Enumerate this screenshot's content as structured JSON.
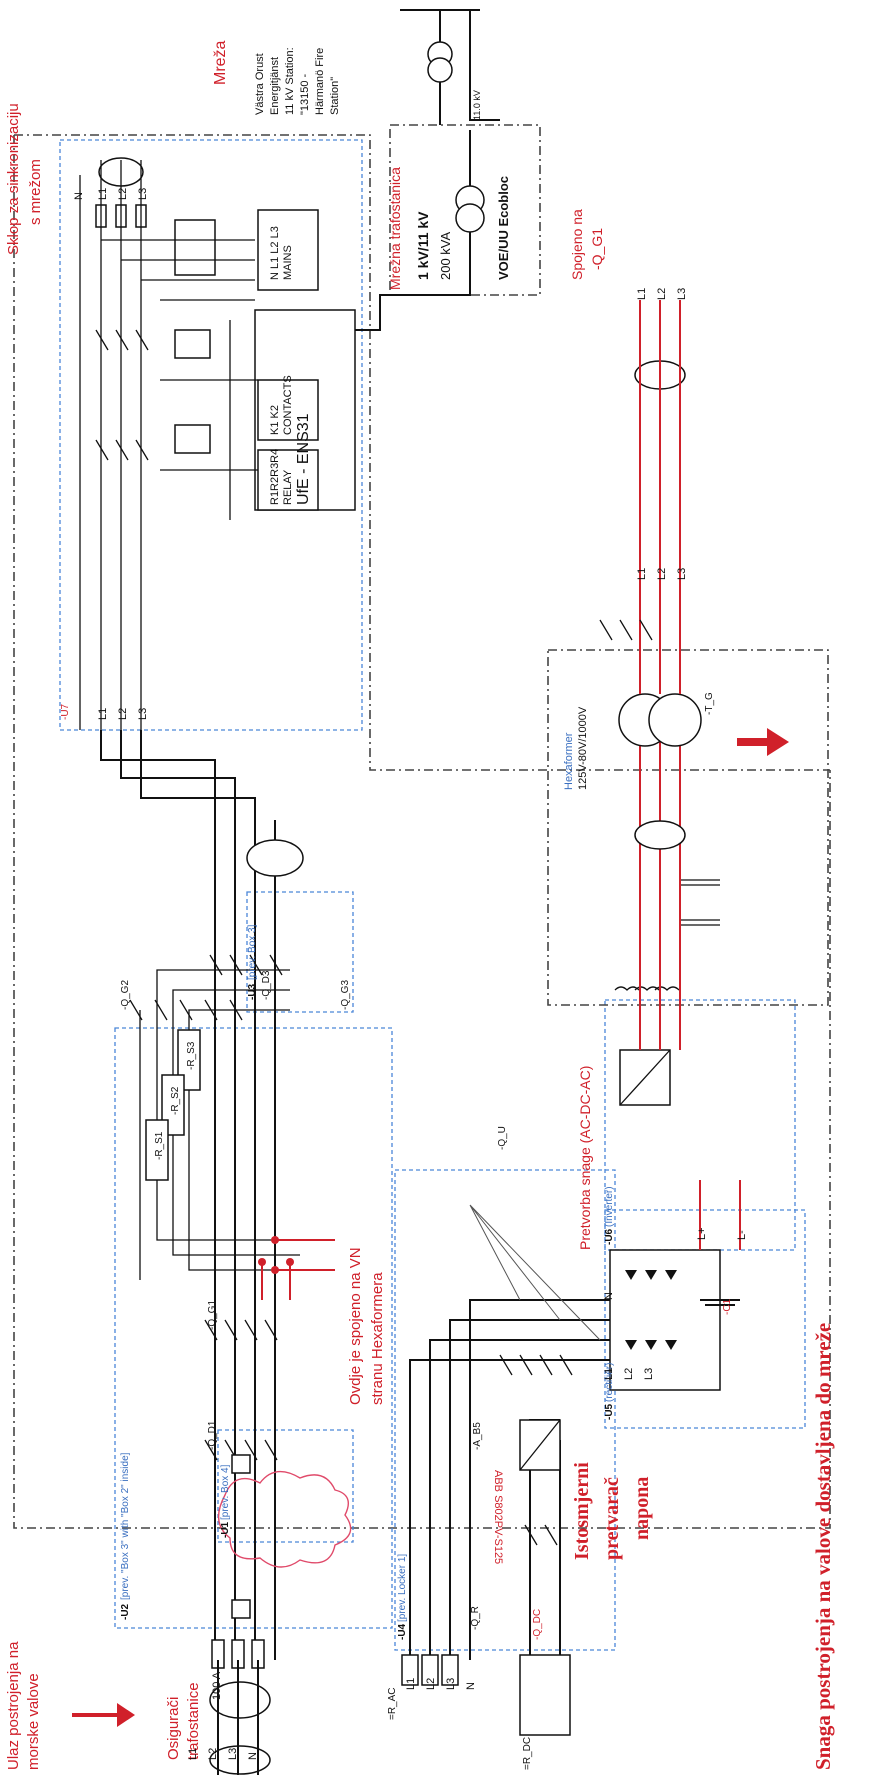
{
  "labels": {
    "mreza": "Mreža",
    "station_1": "Västra Orust",
    "station_2": "Energitjänst",
    "station_3": "11 kV Station:",
    "station_4": "\"13150 -",
    "station_5": "Härmanö Fire",
    "station_6": "Station\"",
    "kv_11": "11.0 kV",
    "sklop_1": "Sklop za sinkronizaciju",
    "sklop_2": "s mrežom",
    "mrezna_trafo": "Mrežna trafostanica",
    "trafo_1": "1 kV/11 kV",
    "trafo_2": "200 kVA",
    "trafo_3": "VOE/UU Ecobloc",
    "spojeno_1": "Spojeno na",
    "spojeno_2": "-Q_G1",
    "ens31": "UfE - ENS31",
    "relay_1": "R1R2R3R4",
    "relay_2": "RELAY",
    "contacts_1": "K1    K2",
    "contacts_2": "CONTACTS",
    "mains_1": "N L1 L2 L3",
    "mains_2": "MAINS",
    "u7": "-U7",
    "u3": "-U3",
    "u3_prev": "[prev. Box 3]",
    "q_d3": "-Q_D3",
    "q_g2": "-Q_G2",
    "q_g3": "-Q_G3",
    "r_s1": "-R_S1",
    "r_s2": "-R_S2",
    "r_s3": "-R_S3",
    "q_g1": "-Q_G1",
    "q_d1": "-Q_D1",
    "u2": "-U2",
    "u2_prev": "[prev. \"Box 3\" with \"Box 2\" inside]",
    "u1": "-U1",
    "u1_prev": "[prev. Box 4]",
    "u4": "-U4",
    "u4_prev": "[prev. Locker 1]",
    "u5": "-U5",
    "u5_prev": "(rectifier)",
    "u6": "-U6",
    "u6_prev": "(Inverter)",
    "ovdje_1": "Ovdje je spojeno na VN",
    "ovdje_2": "stranu Hexaformera",
    "pretvorba": "Pretvorba snage (AC-DC-AC)",
    "istosmjerni_1": "Istosmjerni",
    "istosmjerni_2": "pretvarač",
    "istosmjerni_3": "napona",
    "hexa_1": "Hexaformer",
    "hexa_2": "125V-80V/1000V",
    "t_g": "-T_G",
    "osiguraci_1": "Osigurači",
    "osiguraci_2": "trafostanice",
    "fuse_100a": "100 A",
    "ulaz_1": "Ulaz postrojenja na",
    "ulaz_2": "morske valove",
    "snaga": "Snaga postrojenja na valove dostavljena do mreže",
    "r_ac": "=R_AC",
    "r_dc": "=R_DC",
    "q_dc": "-Q_DC",
    "q_r": "-Q_R",
    "q_u": "-Q_U",
    "a_b5": "-A_B5",
    "abb_s125": "ABB S802PV-S125",
    "l1": "L1",
    "l2": "L2",
    "l3": "L3",
    "n": "N",
    "l1p": "L+",
    "l1m": "L-",
    "c1": "-C1"
  },
  "colors": {
    "annotation_red": "#d0202a",
    "group_blue": "#3a6fc0",
    "wire_black": "#111111"
  }
}
